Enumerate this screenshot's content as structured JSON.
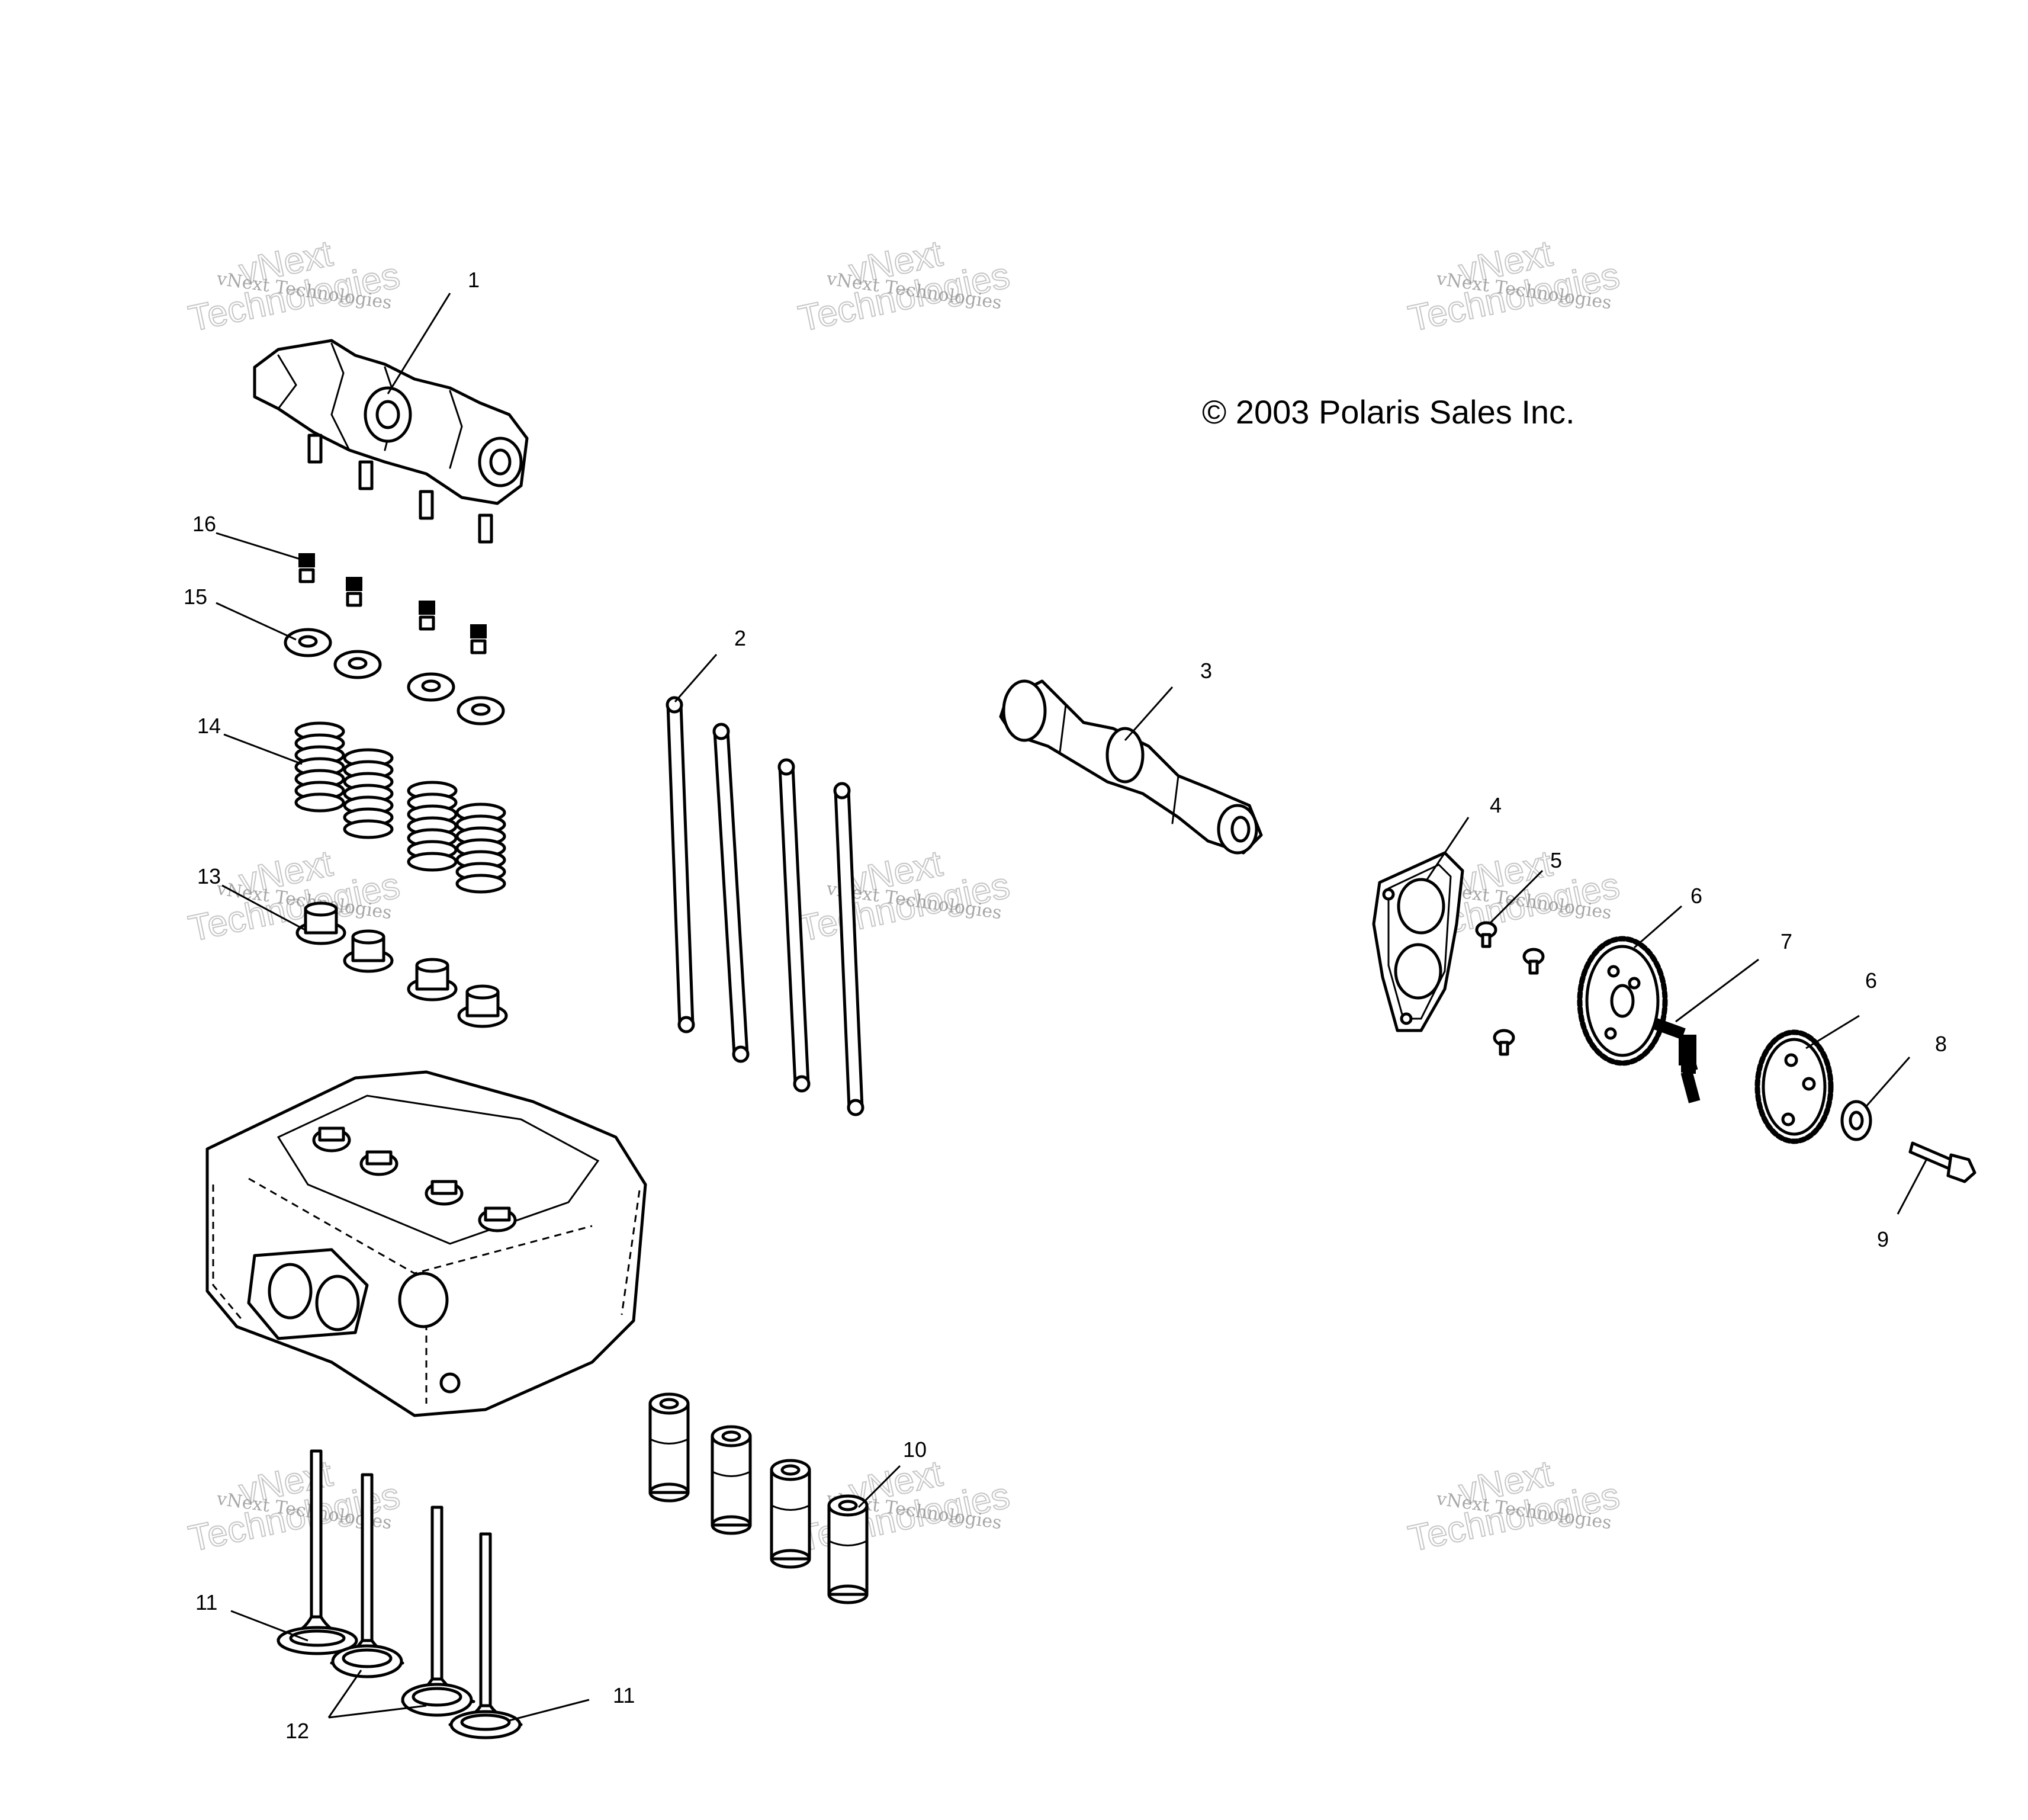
{
  "copyright": "© 2003 Polaris Sales Inc.",
  "watermark": {
    "line1": "vNext",
    "line2": "Technologies",
    "small": "vNext Technologies"
  },
  "callouts": [
    "1",
    "2",
    "3",
    "4",
    "5",
    "6",
    "6",
    "7",
    "8",
    "9",
    "10",
    "11",
    "11",
    "12",
    "13",
    "14",
    "15",
    "16"
  ],
  "colors": {
    "ink": "#000000",
    "paper": "#ffffff",
    "watermark": "#a0a0a0"
  }
}
